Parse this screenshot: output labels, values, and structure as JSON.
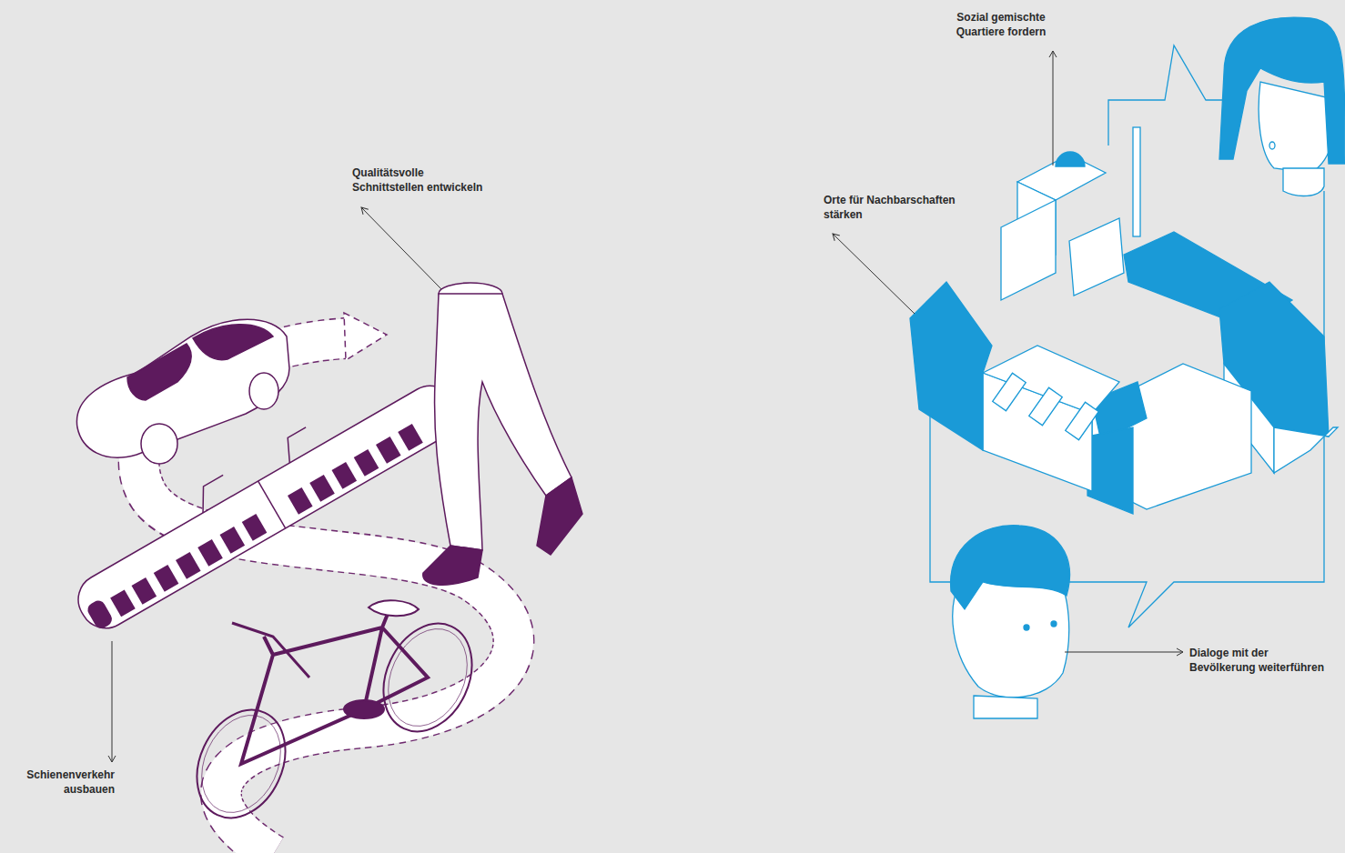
{
  "diagram": {
    "labels": [
      "Qualitätsvolle Schnittstellen entwickeln",
      "Schienenverkehr ausbauen",
      "Sozial gemischte Quartiere fordern",
      "Orte für Nachbarschaften stärken",
      "Dialoge mit der Bevölkerung weiterführen"
    ]
  }
}
